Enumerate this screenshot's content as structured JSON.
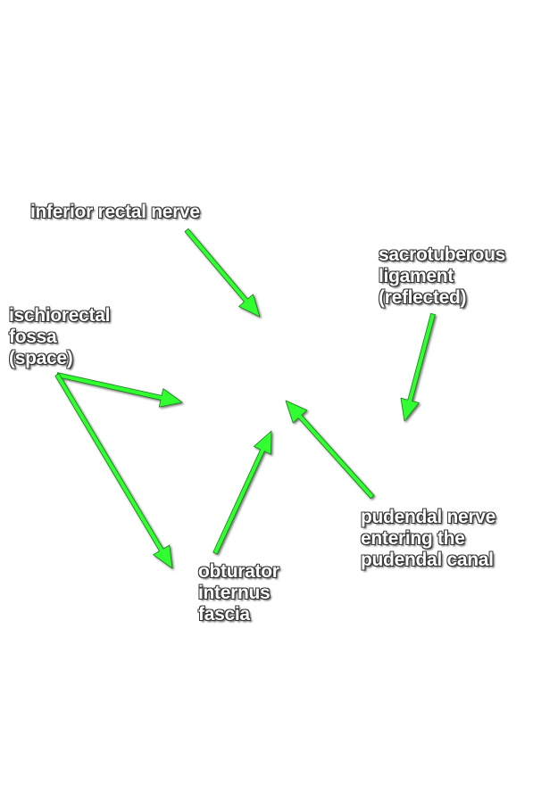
{
  "labels": {
    "inferior_rectal_nerve": [
      "inferior rectal nerve"
    ],
    "sacrotuberous_ligament": [
      "sacrotuberous",
      "ligament",
      "(reflected)"
    ],
    "ischiorectal_fossa": [
      "ischiorectal",
      "fossa",
      "(space)"
    ],
    "pudendal_nerve": [
      "pudendal nerve",
      "entering the",
      "pudendal canal"
    ],
    "obturator_internus_fascia": [
      "obturator",
      "internus",
      "fascia"
    ]
  },
  "colors": {
    "arrow_fill": "#33ff33",
    "arrow_outline": "#1a7a1a",
    "label_text": "#ffffff",
    "label_outline": "#333333",
    "background": "#ffffff"
  }
}
